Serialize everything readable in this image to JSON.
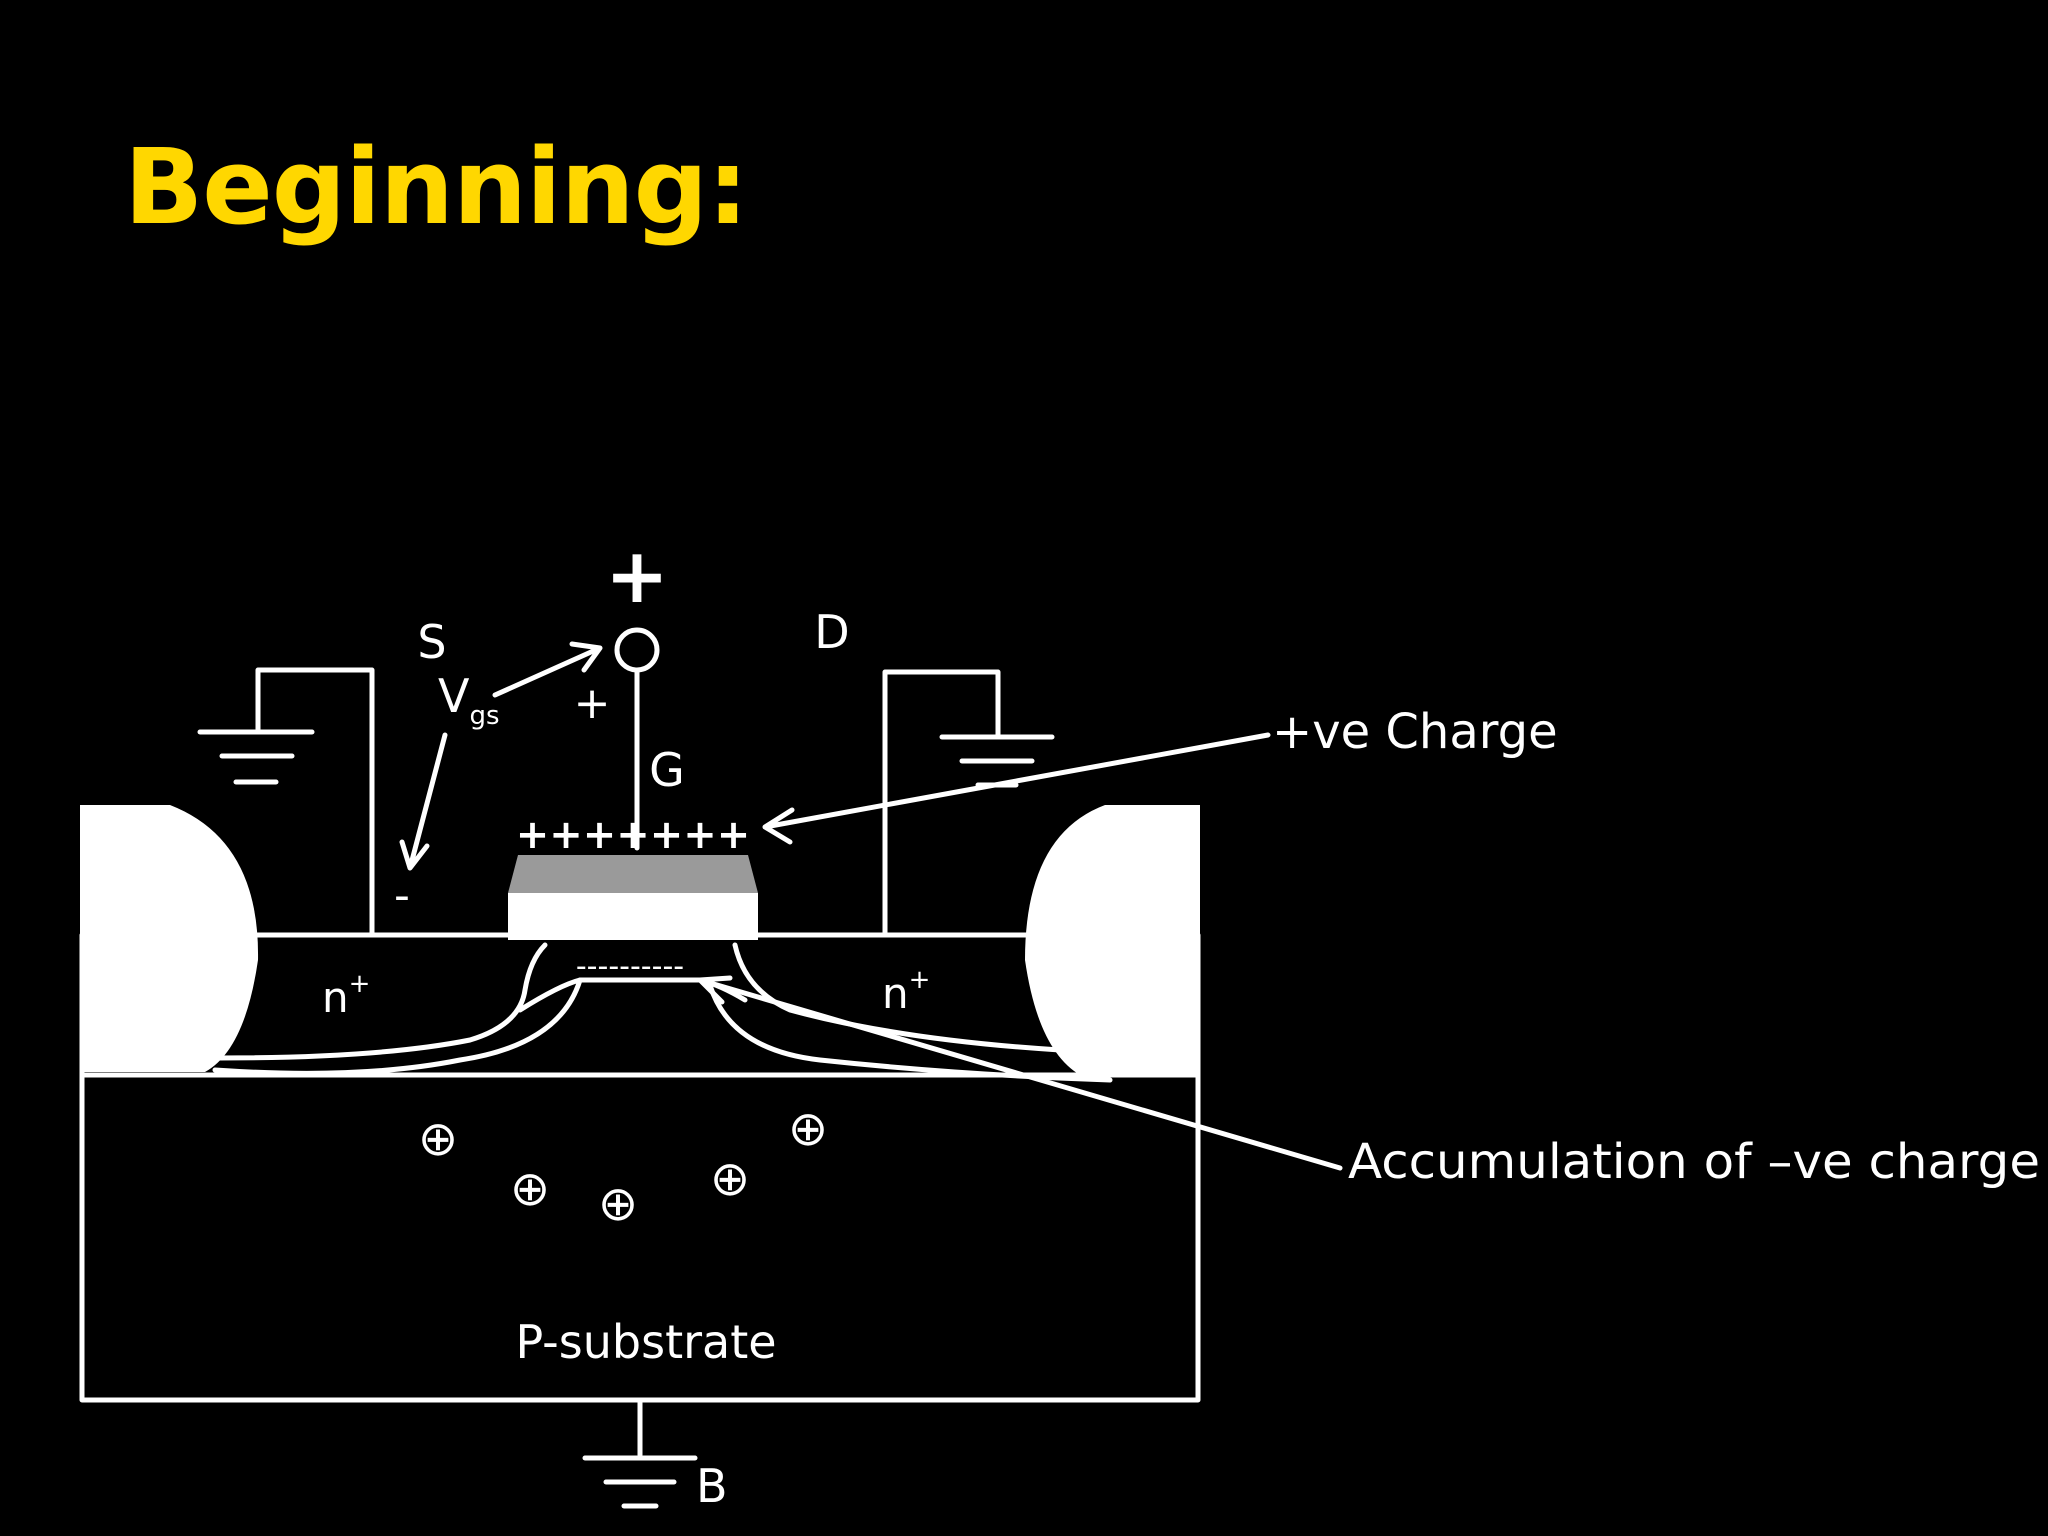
{
  "slide": {
    "title": "Beginning:",
    "title_color": "#FFD700",
    "background": "#000000",
    "foreground": "#FFFFFF"
  },
  "diagram": {
    "gate_polarity": "+",
    "source_label": "S",
    "drain_label": "D",
    "gate_label": "G",
    "vgs_symbol": "V",
    "vgs_subscript": "gs",
    "vgs_plus": "+",
    "vgs_minus": "-",
    "gate_charges": "+++++++",
    "channel_charges": "----------",
    "n_plus_left": "n",
    "n_plus_right": "n",
    "n_plus_superscript": "+",
    "substrate_label": "P-substrate",
    "body_label": "B",
    "substrate_ion": "⊕",
    "positive_charge_annotation": "+ve Charge",
    "negative_charge_annotation": "Accumulation of –ve charge"
  }
}
